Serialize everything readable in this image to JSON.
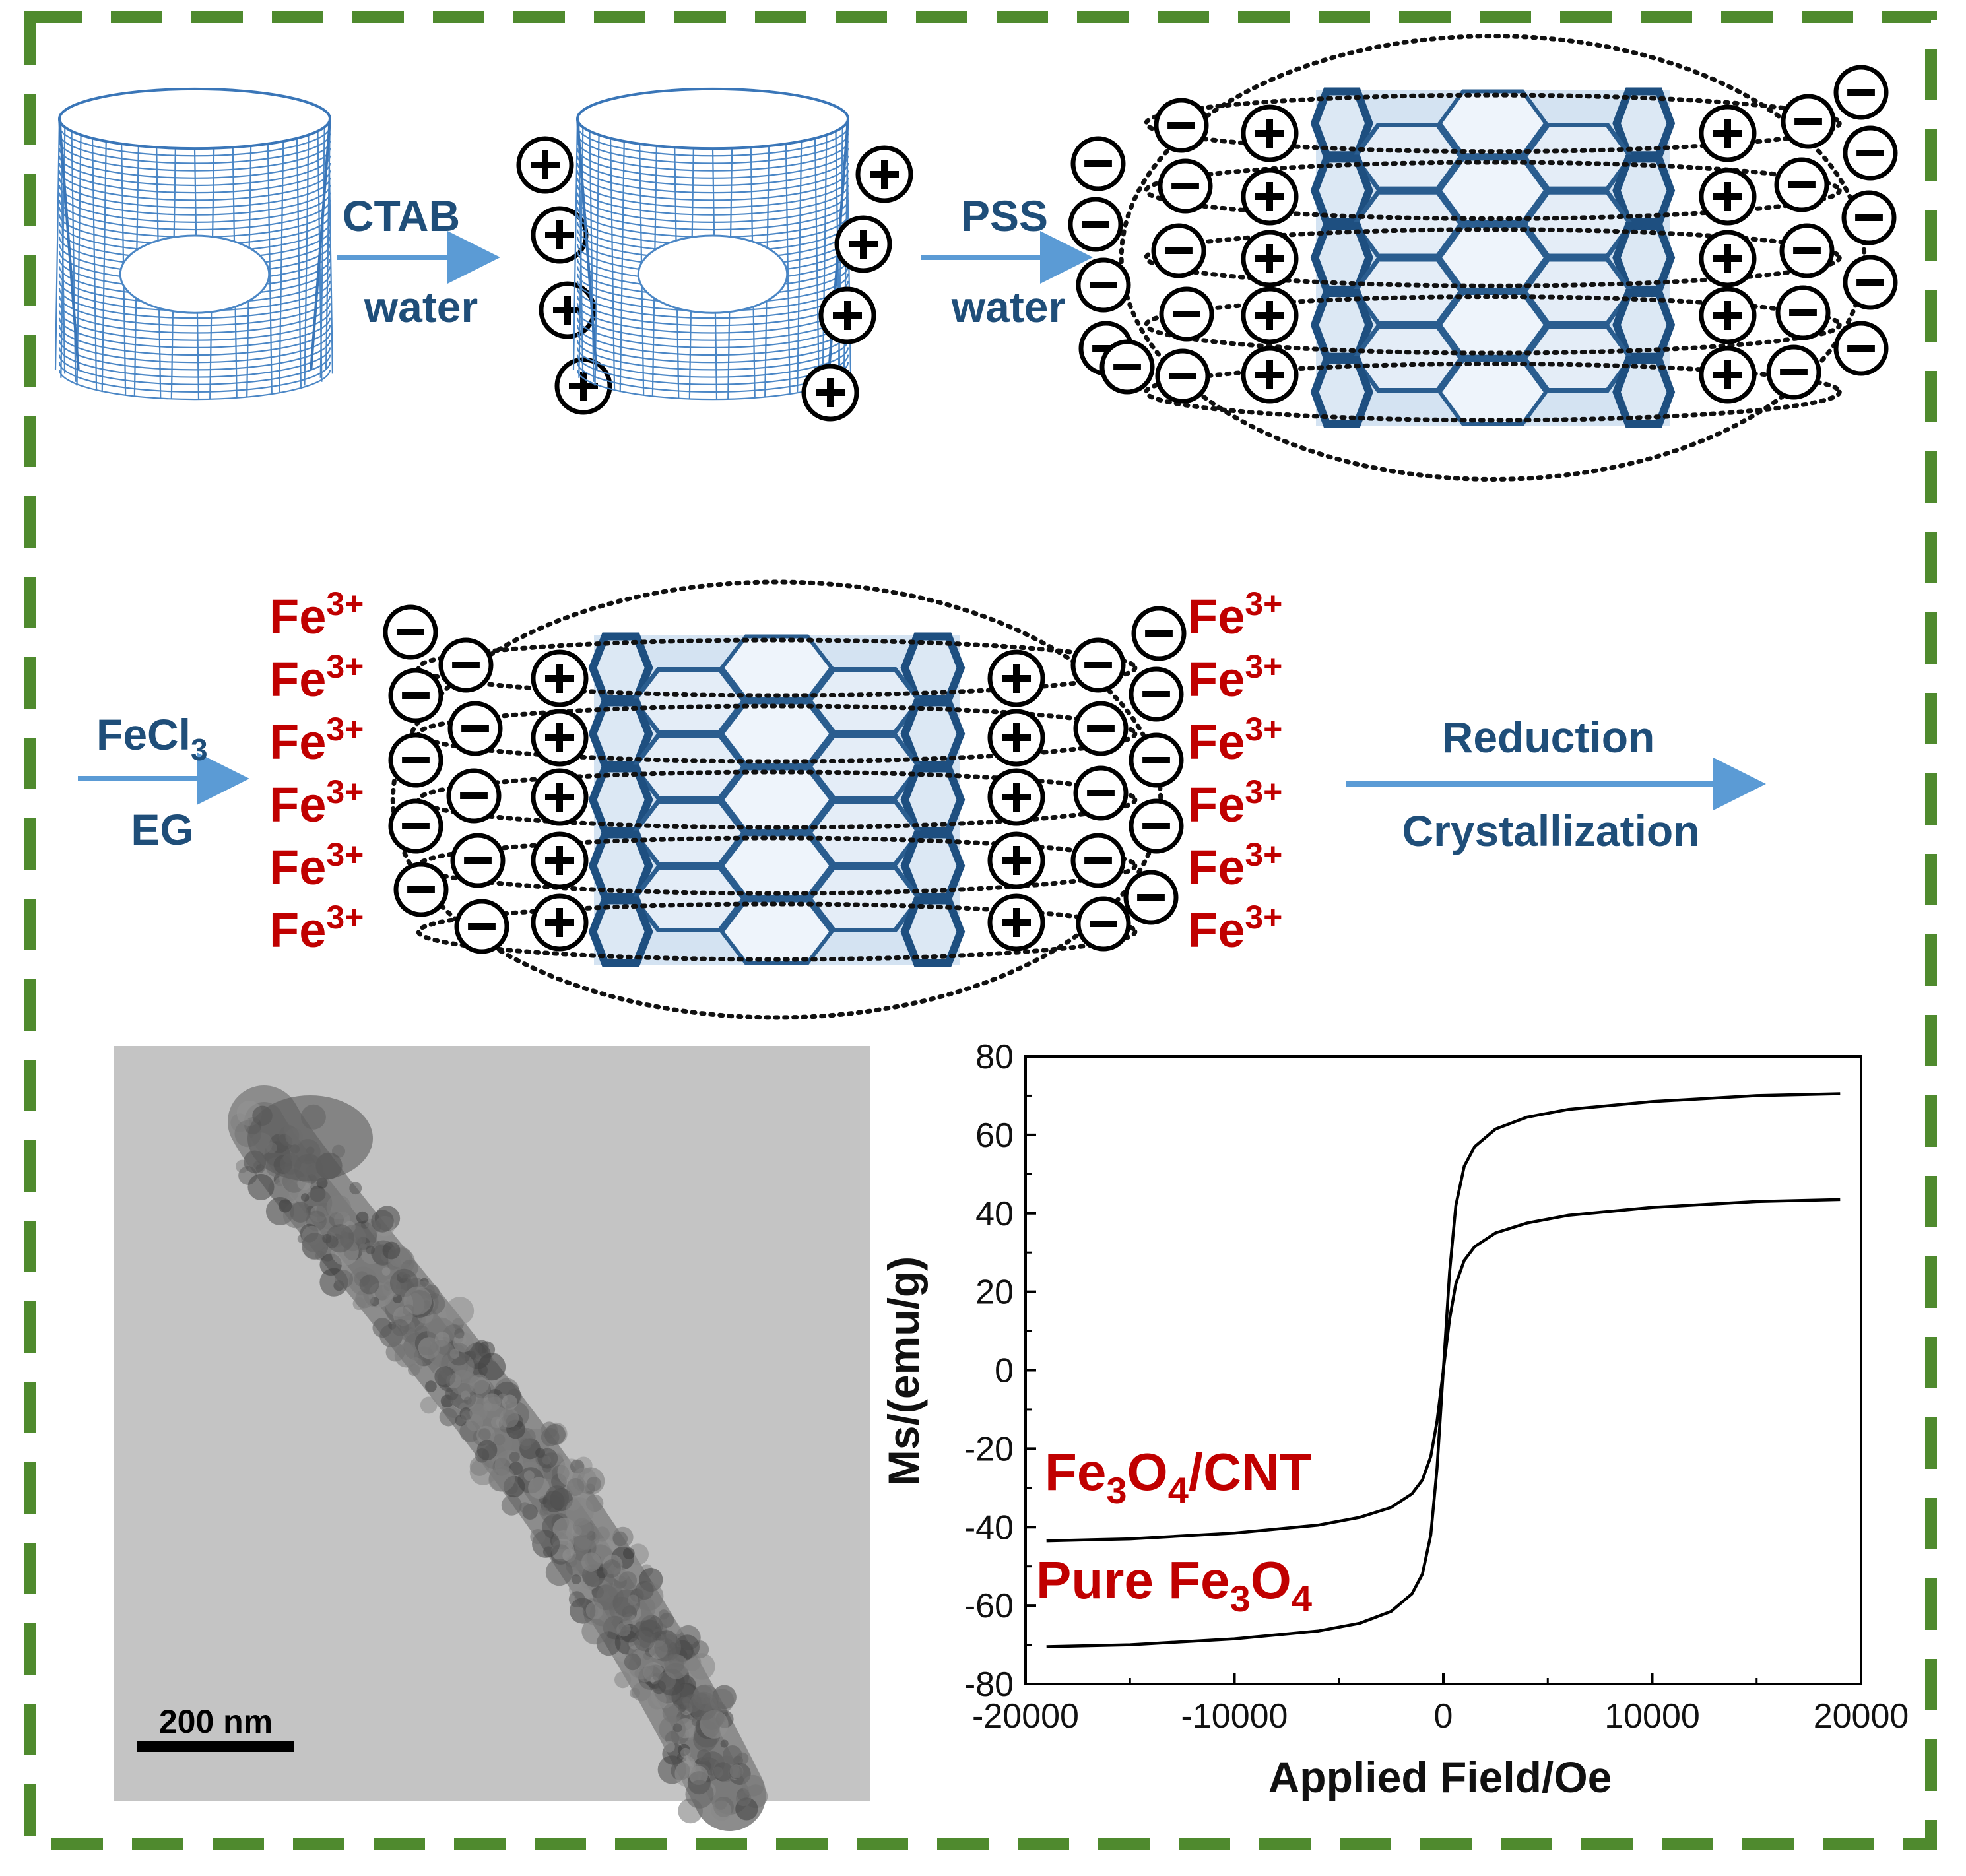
{
  "border_color": "#4f8a2e",
  "accent_blue": "#1f4e79",
  "accent_red": "#c00000",
  "arrow_color": "#5b9bd5",
  "step1": {
    "top": "CTAB",
    "bottom": "water"
  },
  "step2": {
    "top": "PSS",
    "bottom": "water"
  },
  "step3": {
    "top_main": "FeCl",
    "top_sub": "3",
    "bottom": "EG"
  },
  "step4": {
    "top": "Reduction",
    "bottom": "Crystallization"
  },
  "fe_ion": {
    "base": "Fe",
    "sup": "3+"
  },
  "tem": {
    "scale_label": "200 nm"
  },
  "icons": [
    "carbon-nanotube-icon",
    "positive-charge-icon",
    "negative-charge-icon",
    "hexagon-lattice-icon"
  ],
  "chart_data": {
    "type": "line",
    "xlabel": "Applied Field/Oe",
    "ylabel": "Ms/(emu/g)",
    "xlim": [
      -20000,
      20000
    ],
    "ylim": [
      -80,
      80
    ],
    "x_ticks": [
      "-20000",
      "-10000",
      "0",
      "10000",
      "20000"
    ],
    "y_ticks": [
      "80",
      "60",
      "40",
      "20",
      "0",
      "-20",
      "-40",
      "-60",
      "-80"
    ],
    "series": [
      {
        "name": "Pure Fe3O4",
        "label_main": "Pure Fe",
        "label_sub1": "3",
        "label_mid": "O",
        "label_sub2": "4",
        "label_end": "",
        "x": [
          -19000,
          -15000,
          -10000,
          -6000,
          -4000,
          -2500,
          -1500,
          -1000,
          -600,
          -300,
          0,
          300,
          600,
          1000,
          1500,
          2500,
          4000,
          6000,
          10000,
          15000,
          19000
        ],
        "y": [
          -70.5,
          -70,
          -68.5,
          -66.5,
          -64.5,
          -61.5,
          -57,
          -52,
          -42,
          -25,
          0,
          25,
          42,
          52,
          57,
          61.5,
          64.5,
          66.5,
          68.5,
          70,
          70.5
        ]
      },
      {
        "name": "Fe3O4/CNT",
        "label_main": "Fe",
        "label_sub1": "3",
        "label_mid": "O",
        "label_sub2": "4",
        "label_end": "/CNT",
        "x": [
          -19000,
          -15000,
          -10000,
          -6000,
          -4000,
          -2500,
          -1500,
          -1000,
          -600,
          -300,
          0,
          300,
          600,
          1000,
          1500,
          2500,
          4000,
          6000,
          10000,
          15000,
          19000
        ],
        "y": [
          -43.5,
          -43,
          -41.5,
          -39.5,
          -37.5,
          -35,
          -31.5,
          -28,
          -22,
          -13,
          0,
          13,
          22,
          28,
          31.5,
          35,
          37.5,
          39.5,
          41.5,
          43,
          43.5
        ]
      }
    ]
  }
}
